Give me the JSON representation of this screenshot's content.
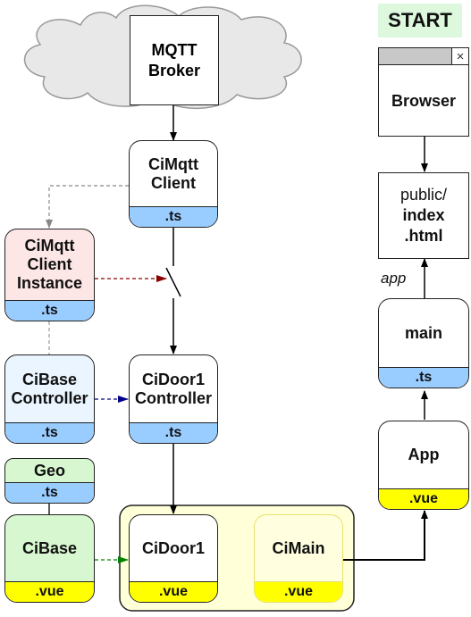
{
  "start": {
    "label": "START",
    "bg": "#ddf8dd"
  },
  "broker": {
    "line1": "MQTT",
    "line2": "Broker"
  },
  "browser": {
    "label": "Browser",
    "close_glyph": "×"
  },
  "index_html": {
    "line1": "public/",
    "line2": "index",
    "line3": ".html"
  },
  "app_label": "app",
  "nodes": {
    "cimqtt_client": {
      "name": "CiMqtt\nClient",
      "ext": ".ts"
    },
    "cimqtt_client_instance": {
      "name": "CiMqtt\nClient\nInstance",
      "ext": ".ts"
    },
    "cibase_controller": {
      "name": "CiBase\nController",
      "ext": ".ts"
    },
    "cidoor1_controller": {
      "name": "CiDoor1\nController",
      "ext": ".ts"
    },
    "geo": {
      "name": "Geo",
      "ext": ".ts"
    },
    "cibase": {
      "name": "CiBase",
      "ext": ".vue"
    },
    "cidoor1": {
      "name": "CiDoor1",
      "ext": ".vue"
    },
    "cimain": {
      "name": "CiMain",
      "ext": ".vue"
    },
    "main": {
      "name": "main",
      "ext": ".ts"
    },
    "app": {
      "name": "App",
      "ext": ".vue"
    }
  },
  "colors": {
    "cloud": "#e8e8e8",
    "instance_bg": "#fde6e6",
    "controller_bg": "#eaf5ff",
    "geo_bg": "#d7f7d0",
    "group_bg": "#ffffd8",
    "ts_band": "#99ccff",
    "vue_band": "#ffff00",
    "red_arrow": "#8b0000",
    "blue_arrow": "#00008b",
    "green_arrow": "#008000"
  }
}
